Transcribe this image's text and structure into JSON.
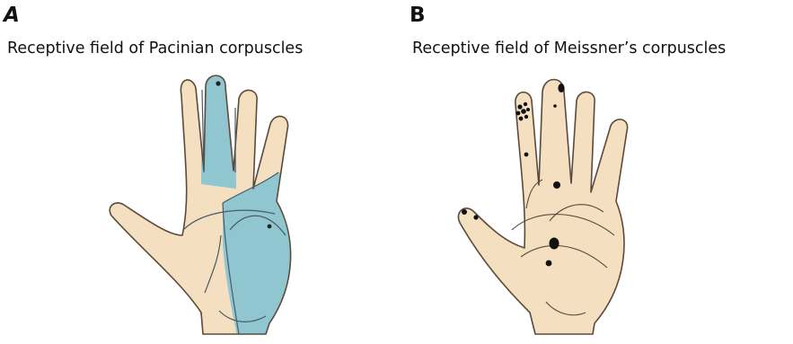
{
  "panels": [
    {
      "letter": "A",
      "caption": "Receptive field of Pacinian corpuscles"
    },
    {
      "letter": "B",
      "caption": "Receptive field of Meissner’s corpuscles"
    }
  ],
  "colors": {
    "skin": "#f4dfc0",
    "outline": "#5c4a3a",
    "receptive_field": "#8fc6d0",
    "dot": "#111111"
  },
  "icons": [
    "hand-outline",
    "receptive-field-area",
    "receptive-field-dot"
  ]
}
